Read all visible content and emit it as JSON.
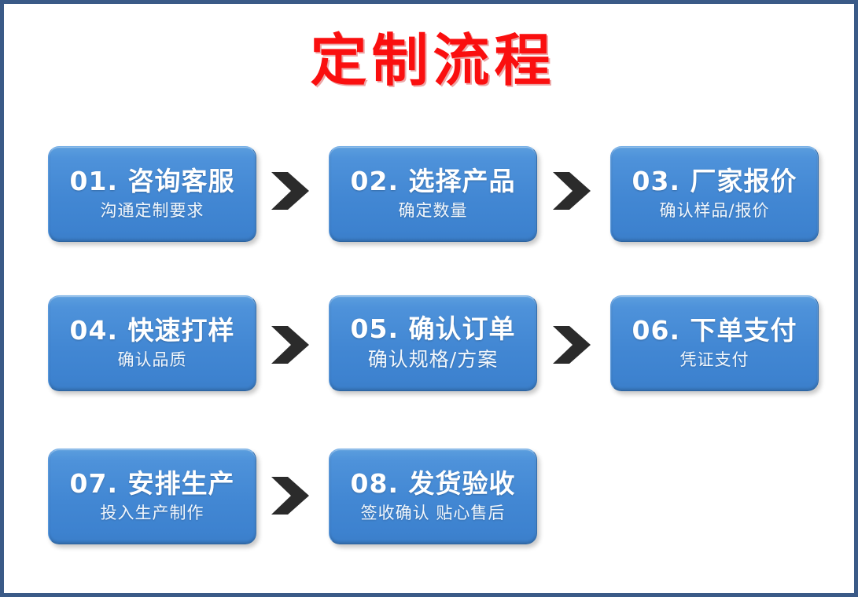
{
  "page": {
    "title": "定制流程",
    "border_color": "#3a5a87",
    "title_color": "#fa0f0f",
    "box_color": "#4287d3",
    "arrow_color": "#2b2b2b"
  },
  "arrows": {
    "icon": "chevron-right-icon",
    "row1": [
      "arrow-01-to-02",
      "arrow-02-to-03"
    ],
    "row2": [
      "arrow-04-to-05",
      "arrow-05-to-06"
    ],
    "row3": [
      "arrow-07-to-08"
    ]
  },
  "steps": [
    {
      "id": "01",
      "title": "01. 咨询客服",
      "sub": "沟通定制要求",
      "sub_large": false
    },
    {
      "id": "02",
      "title": "02. 选择产品",
      "sub": "确定数量",
      "sub_large": false
    },
    {
      "id": "03",
      "title": "03. 厂家报价",
      "sub": "确认样品/报价",
      "sub_large": false
    },
    {
      "id": "04",
      "title": "04. 快速打样",
      "sub": "确认品质",
      "sub_large": false
    },
    {
      "id": "05",
      "title": "05. 确认订单",
      "sub": "确认规格/方案",
      "sub_large": true
    },
    {
      "id": "06",
      "title": "06. 下单支付",
      "sub": "凭证支付",
      "sub_large": false
    },
    {
      "id": "07",
      "title": "07. 安排生产",
      "sub": "投入生产制作",
      "sub_large": false
    },
    {
      "id": "08",
      "title": "08. 发货验收",
      "sub": "签收确认 贴心售后",
      "sub_large": false
    }
  ]
}
